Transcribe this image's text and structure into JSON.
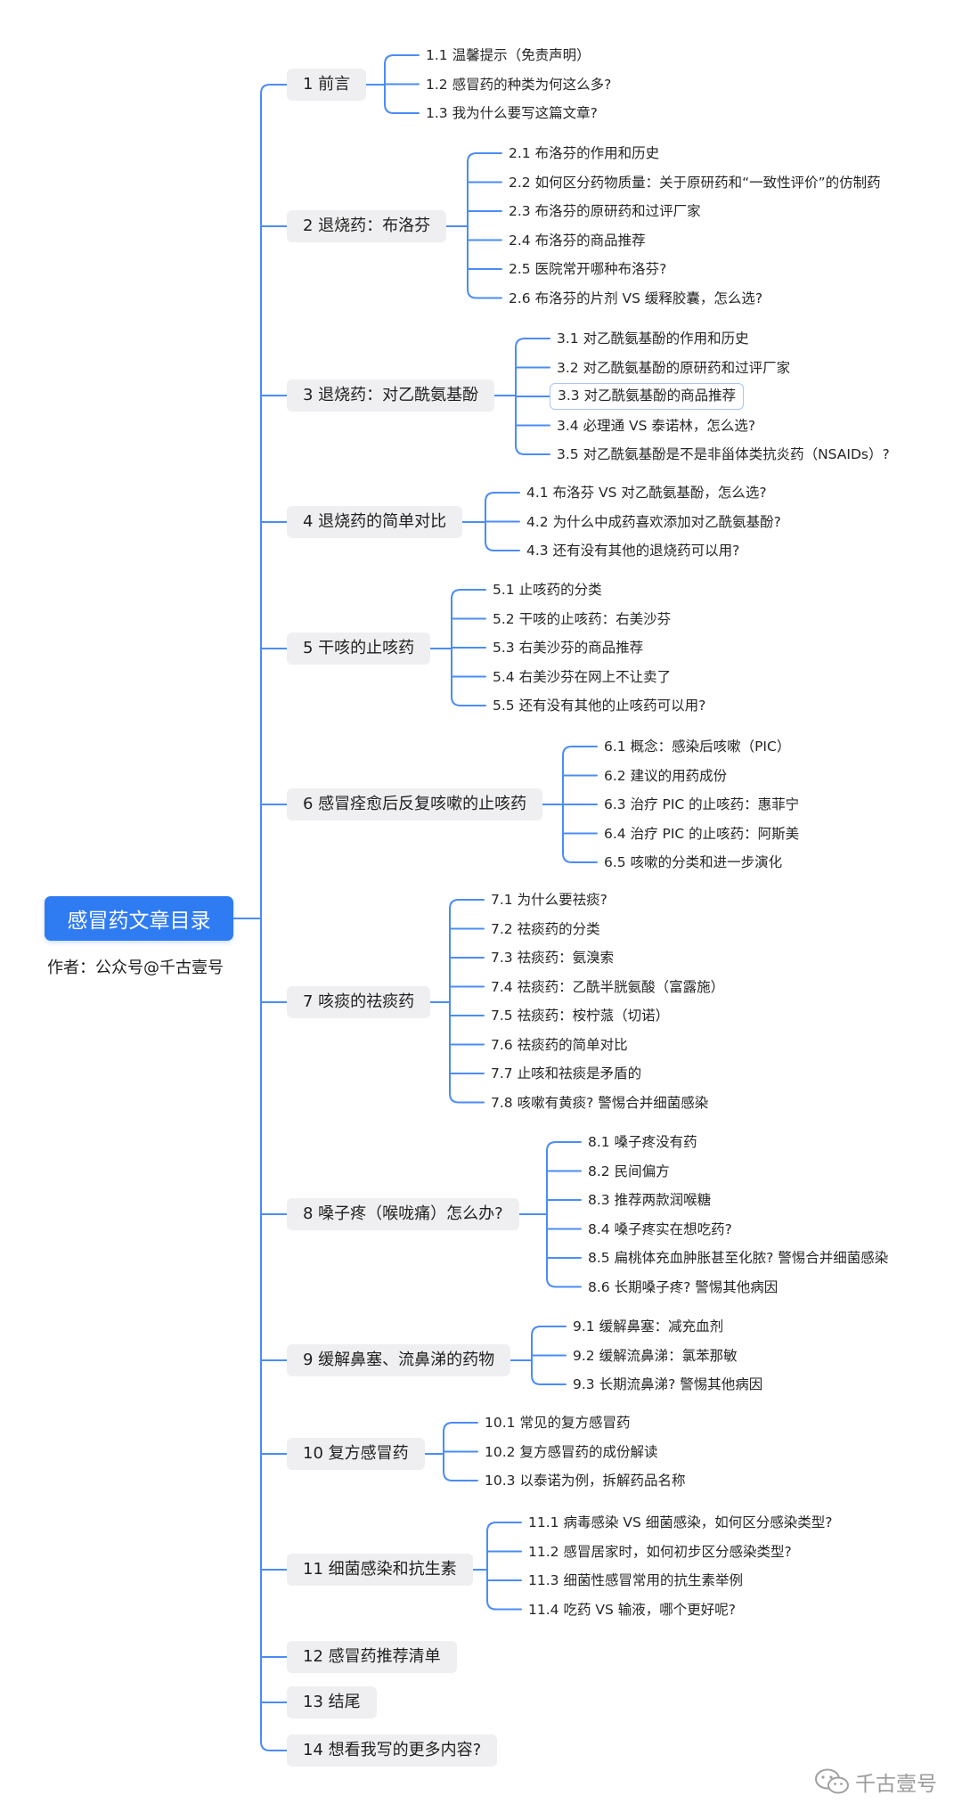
{
  "root": {
    "title": "感冒药文章目录",
    "author": "作者：公众号@千古壹号"
  },
  "sections": [
    {
      "label": "1 前言",
      "subs": [
        "1.1 温馨提示（免责声明）",
        "1.2 感冒药的种类为何这么多?",
        "1.3 我为什么要写这篇文章?"
      ]
    },
    {
      "label": "2 退烧药：布洛芬",
      "subs": [
        "2.1 布洛芬的作用和历史",
        "2.2 如何区分药物质量：关于原研药和“一致性评价”的仿制药",
        "2.3 布洛芬的原研药和过评厂家",
        "2.4 布洛芬的商品推荐",
        "2.5 医院常开哪种布洛芬?",
        "2.6 布洛芬的片剂 VS 缓释胶囊，怎么选?"
      ]
    },
    {
      "label": "3 退烧药：对乙酰氨基酚",
      "subs": [
        "3.1 对乙酰氨基酚的作用和历史",
        "3.2 对乙酰氨基酚的原研药和过评厂家",
        "3.3 对乙酰氨基酚的商品推荐",
        "3.4 必理通 VS 泰诺林，怎么选?",
        "3.5 对乙酰氨基酚是不是非甾体类抗炎药（NSAIDs）?"
      ],
      "highlight": 2
    },
    {
      "label": "4 退烧药的简单对比",
      "subs": [
        "4.1 布洛芬 VS 对乙酰氨基酚，怎么选?",
        "4.2 为什么中成药喜欢添加对乙酰氨基酚?",
        "4.3 还有没有其他的退烧药可以用?"
      ]
    },
    {
      "label": "5 干咳的止咳药",
      "subs": [
        "5.1 止咳药的分类",
        "5.2 干咳的止咳药：右美沙芬",
        "5.3 右美沙芬的商品推荐",
        "5.4 右美沙芬在网上不让卖了",
        "5.5 还有没有其他的止咳药可以用?"
      ]
    },
    {
      "label": "6 感冒痊愈后反复咳嗽的止咳药",
      "subs": [
        "6.1 概念：感染后咳嗽（PIC）",
        "6.2 建议的用药成份",
        "6.3 治疗 PIC 的止咳药：惠菲宁",
        "6.4 治疗 PIC 的止咳药：阿斯美",
        "6.5 咳嗽的分类和进一步演化"
      ]
    },
    {
      "label": "7 咳痰的祛痰药",
      "subs": [
        "7.1 为什么要祛痰?",
        "7.2 祛痰药的分类",
        "7.3 祛痰药：氨溴索",
        "7.4 祛痰药：乙酰半胱氨酸（富露施）",
        "7.5 祛痰药：桉柠蒎（切诺）",
        "7.6 祛痰药的简单对比",
        "7.7 止咳和祛痰是矛盾的",
        "7.8 咳嗽有黄痰? 警惕合并细菌感染"
      ]
    },
    {
      "label": "8 嗓子疼（喉咙痛）怎么办?",
      "subs": [
        "8.1 嗓子疼没有药",
        "8.2 民间偏方",
        "8.3 推荐两款润喉糖",
        "8.4 嗓子疼实在想吃药?",
        "8.5 扁桃体充血肿胀甚至化脓? 警惕合并细菌感染",
        "8.6 长期嗓子疼? 警惕其他病因"
      ]
    },
    {
      "label": "9 缓解鼻塞、流鼻涕的药物",
      "subs": [
        "9.1 缓解鼻塞：减充血剂",
        "9.2 缓解流鼻涕：氯苯那敏",
        "9.3 长期流鼻涕? 警惕其他病因"
      ]
    },
    {
      "label": "10 复方感冒药",
      "subs": [
        "10.1 常见的复方感冒药",
        "10.2 复方感冒药的成份解读",
        "10.3 以泰诺为例，拆解药品名称"
      ]
    },
    {
      "label": "11 细菌感染和抗生素",
      "subs": [
        "11.1 病毒感染 VS 细菌感染，如何区分感染类型?",
        "11.2 感冒居家时，如何初步区分感染类型?",
        "11.3 细菌性感冒常用的抗生素举例",
        "11.4 吃药 VS 输液，哪个更好呢?"
      ]
    },
    {
      "label": "12 感冒药推荐清单",
      "subs": []
    },
    {
      "label": "13 结尾",
      "subs": []
    },
    {
      "label": "14 想看我写的更多内容?",
      "subs": []
    }
  ],
  "watermark": {
    "text": "千古壹号",
    "icon": "wechat-icon"
  },
  "colors": {
    "accent": "#2f7bf2",
    "line": "#4b8cf5",
    "node_bg": "#efeff1"
  }
}
